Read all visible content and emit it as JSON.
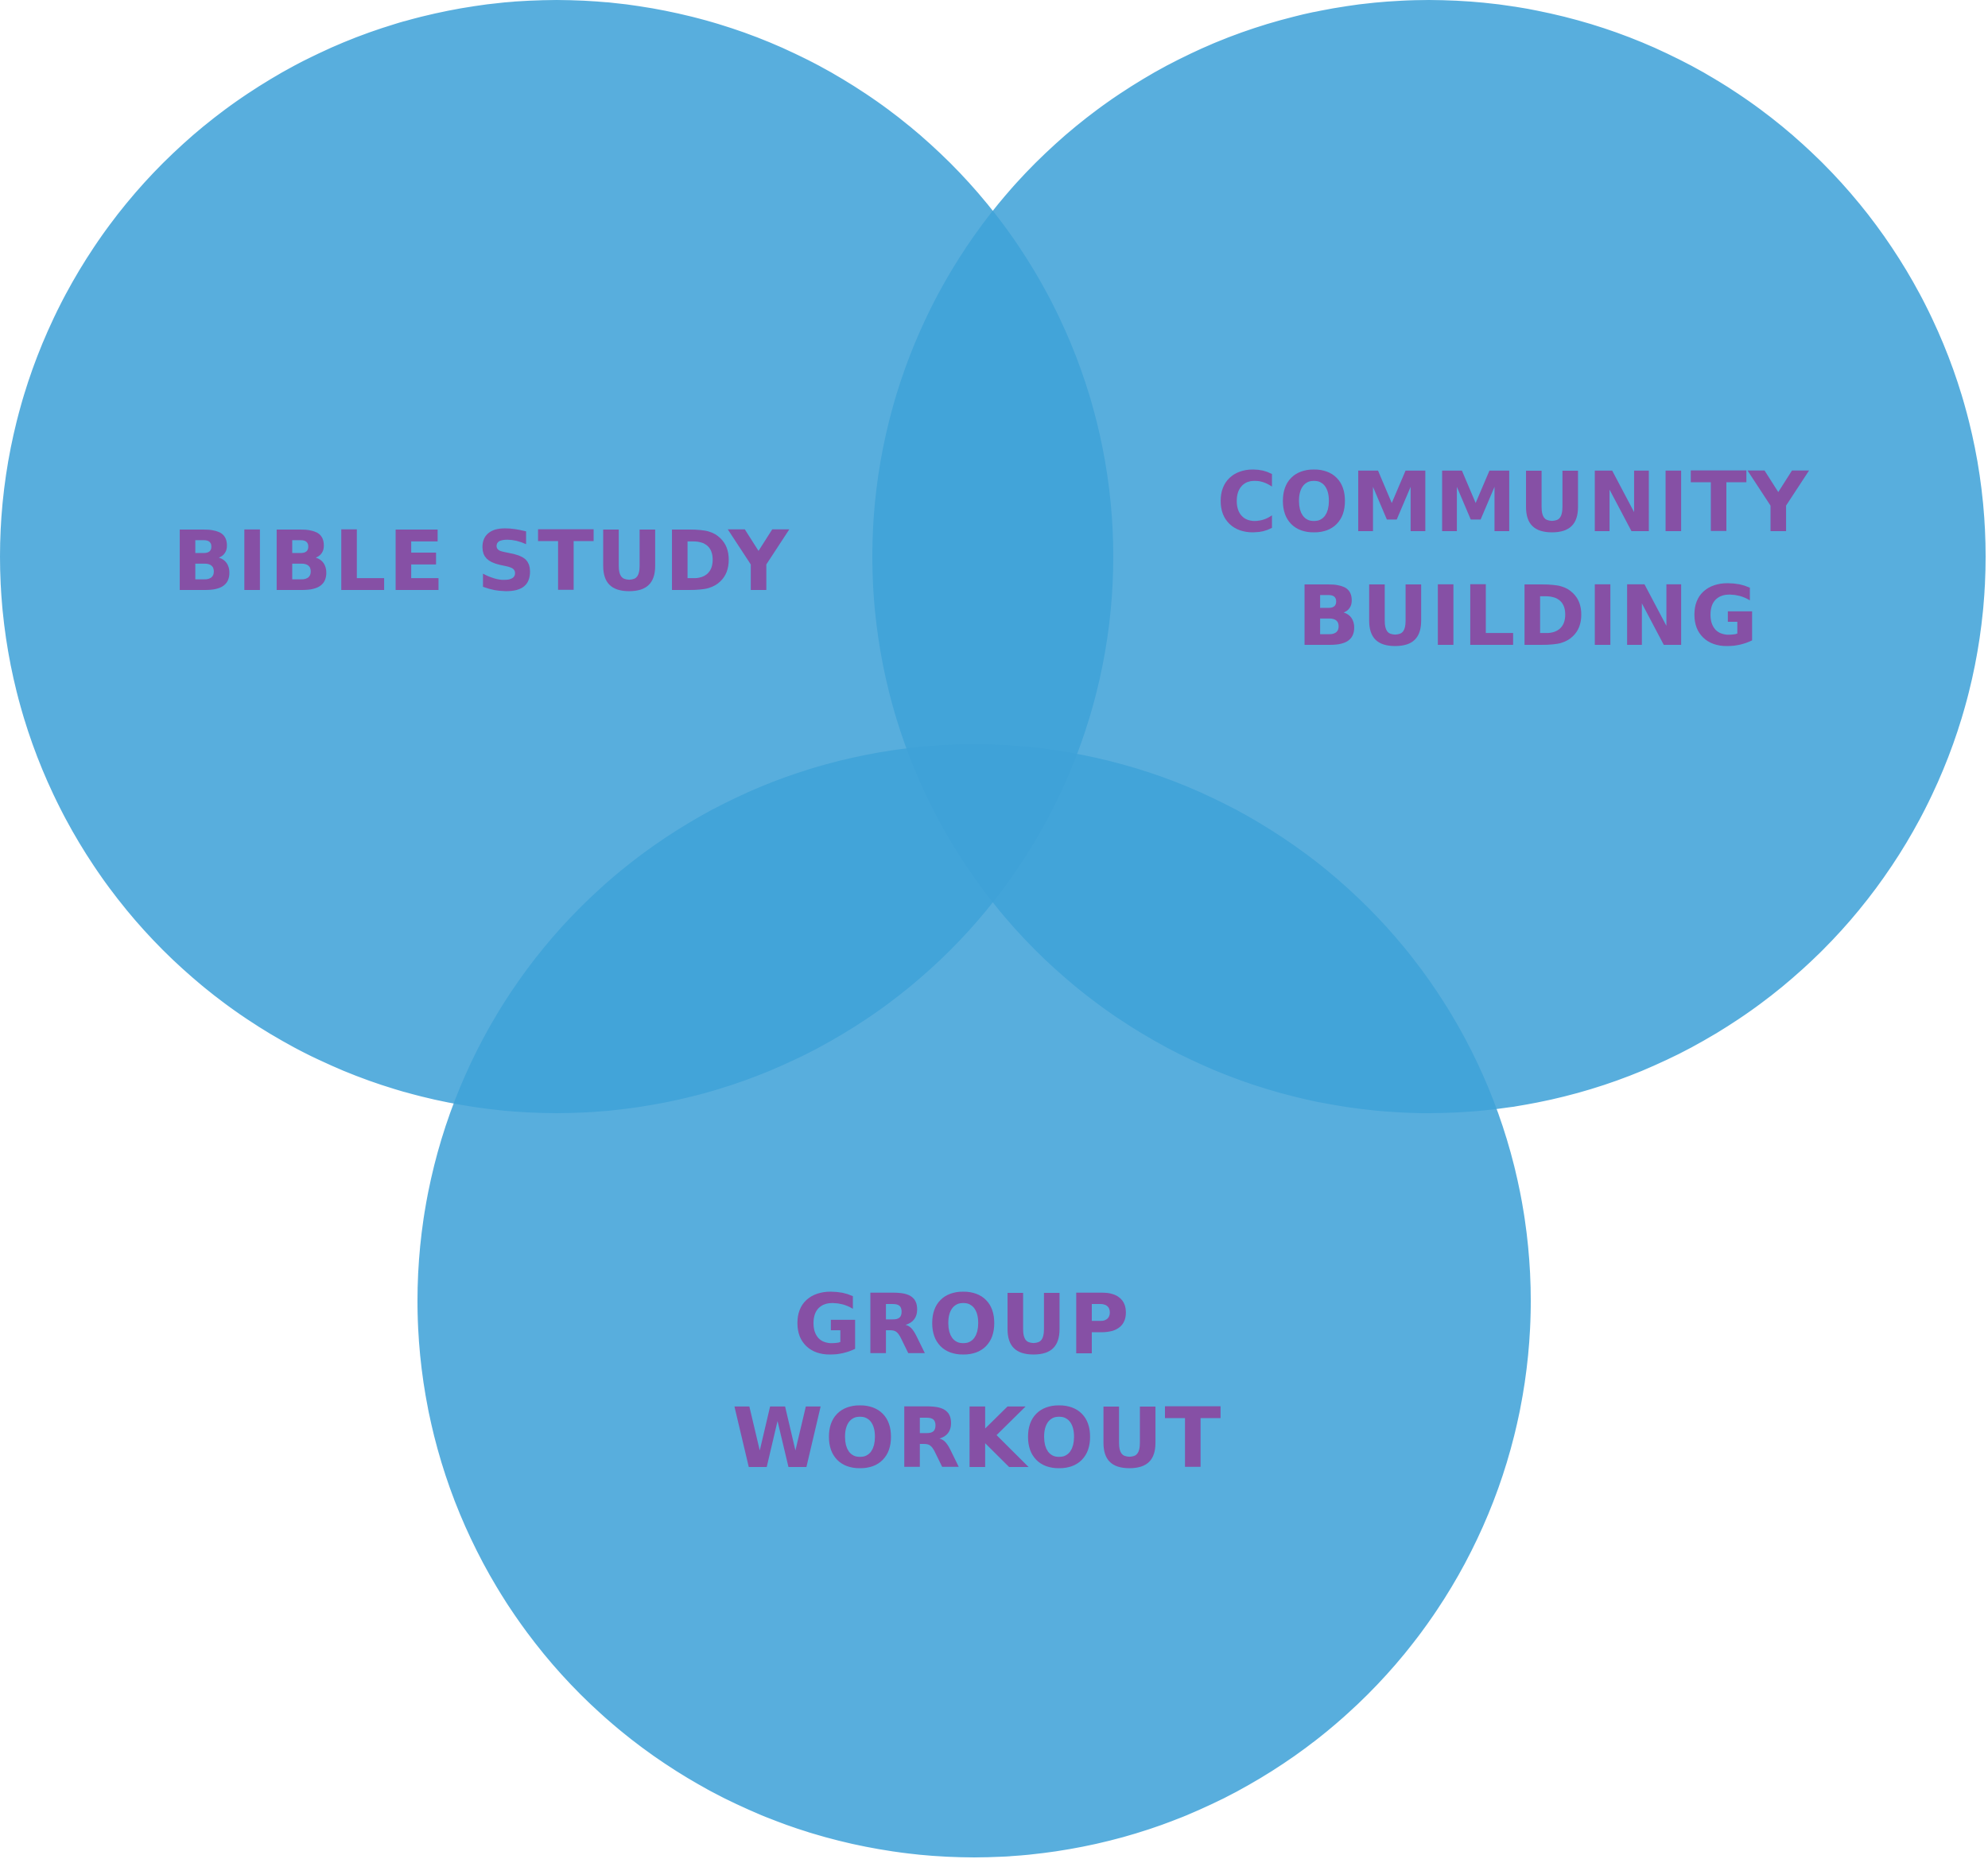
{
  "diagram": {
    "type": "venn",
    "colors": {
      "circle_fill": "#3fa2d8",
      "label_text": "#8650a5",
      "background": "#ffffff"
    },
    "circles": [
      {
        "id": "bible-study",
        "lines": [
          "BIBLE STUDY"
        ]
      },
      {
        "id": "community-building",
        "lines": [
          "COMMUNITY",
          "BUILDING"
        ]
      },
      {
        "id": "group-workout",
        "lines": [
          "GROUP",
          "WORKOUT"
        ]
      }
    ]
  }
}
